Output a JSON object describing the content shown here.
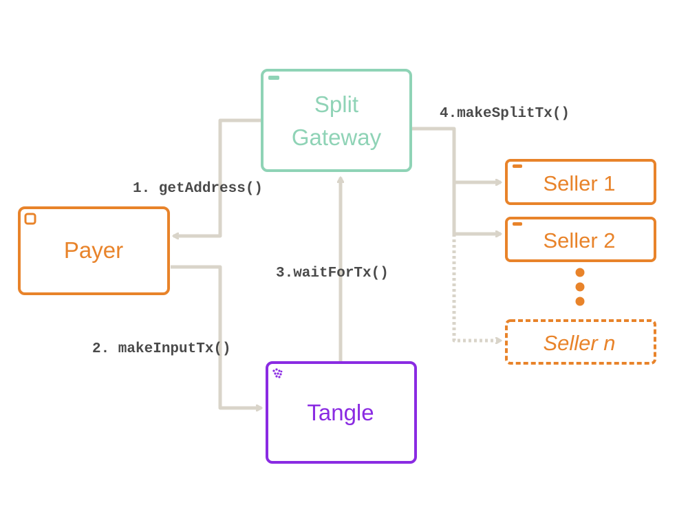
{
  "nodes": {
    "split_gateway": {
      "line1": "Split",
      "line2": "Gateway",
      "color": "#8fd3b6"
    },
    "payer": {
      "label": "Payer",
      "color": "#e8832a"
    },
    "tangle": {
      "label": "Tangle",
      "color": "#8a2be2"
    },
    "seller1": {
      "label": "Seller 1",
      "color": "#e8832a"
    },
    "seller2": {
      "label": "Seller 2",
      "color": "#e8832a"
    },
    "sellern": {
      "label": "Seller n",
      "color": "#e8832a"
    }
  },
  "edges": {
    "get_address": "1. getAddress()",
    "make_input_tx": "2. makeInputTx()",
    "wait_for_tx": "3.waitForTx()",
    "make_split_tx": "4.makeSplitTx()"
  },
  "colors": {
    "arrow": "#d9d4c9",
    "edge_text": "#4a4a4a"
  }
}
